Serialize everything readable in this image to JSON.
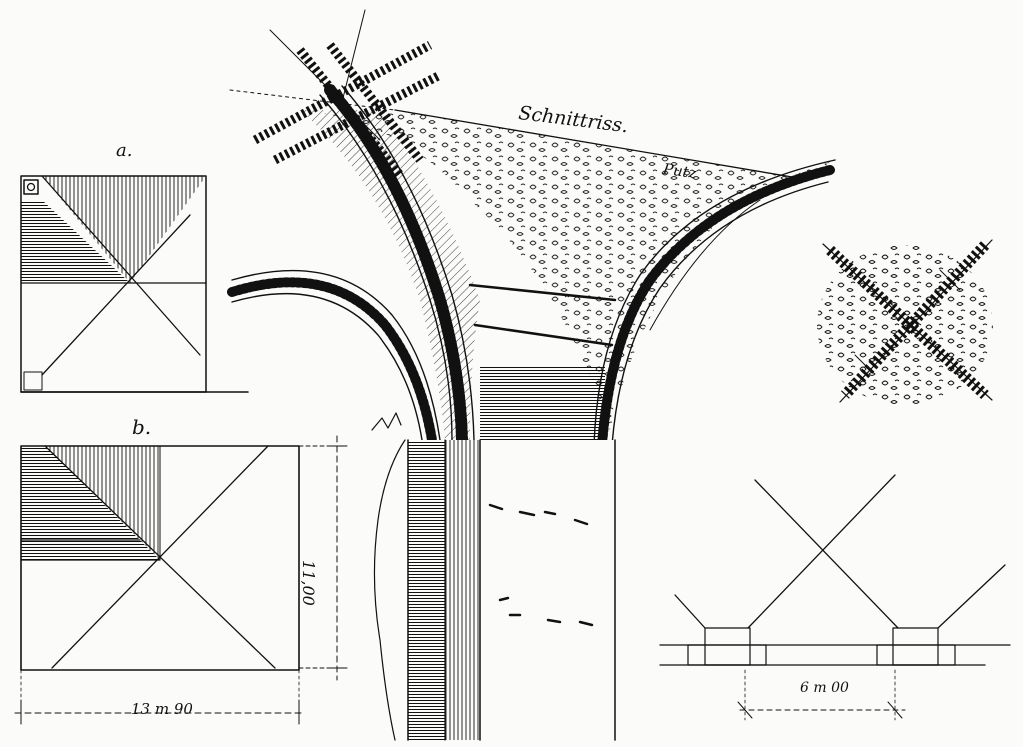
{
  "labels": {
    "plan_a": "a.",
    "plan_b": "b.",
    "section": "Schnittriss.",
    "plaster": "Putz",
    "dim_height": "11,00",
    "dim_width": "13 m 90",
    "dim_span": "6 m 00"
  },
  "colors": {
    "ink": "#111111",
    "paper": "#fbfbf9"
  }
}
